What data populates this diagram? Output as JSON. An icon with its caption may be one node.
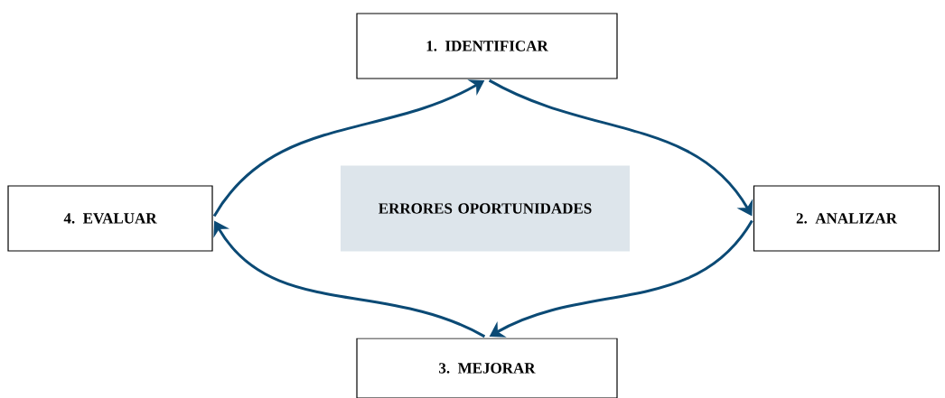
{
  "diagram": {
    "nodes": [
      {
        "text": [
          "1. IDENTIFICAR"
        ]
      },
      {
        "text": [
          "2. ANALIZAR"
        ]
      },
      {
        "text": [
          "3. MEJORAR"
        ]
      },
      {
        "text": [
          "4. EVALUAR"
        ]
      },
      {
        "text": [
          "ERRORES OPORTUNIDADES"
        ]
      }
    ],
    "edges": [
      {
        "from": 0,
        "to": 1,
        "arrow": "to"
      },
      {
        "from": 1,
        "to": 2,
        "arrow": "to"
      },
      {
        "from": 2,
        "to": 3,
        "arrow": "to"
      },
      {
        "from": 3,
        "to": 0,
        "arrow": "to"
      }
    ]
  }
}
